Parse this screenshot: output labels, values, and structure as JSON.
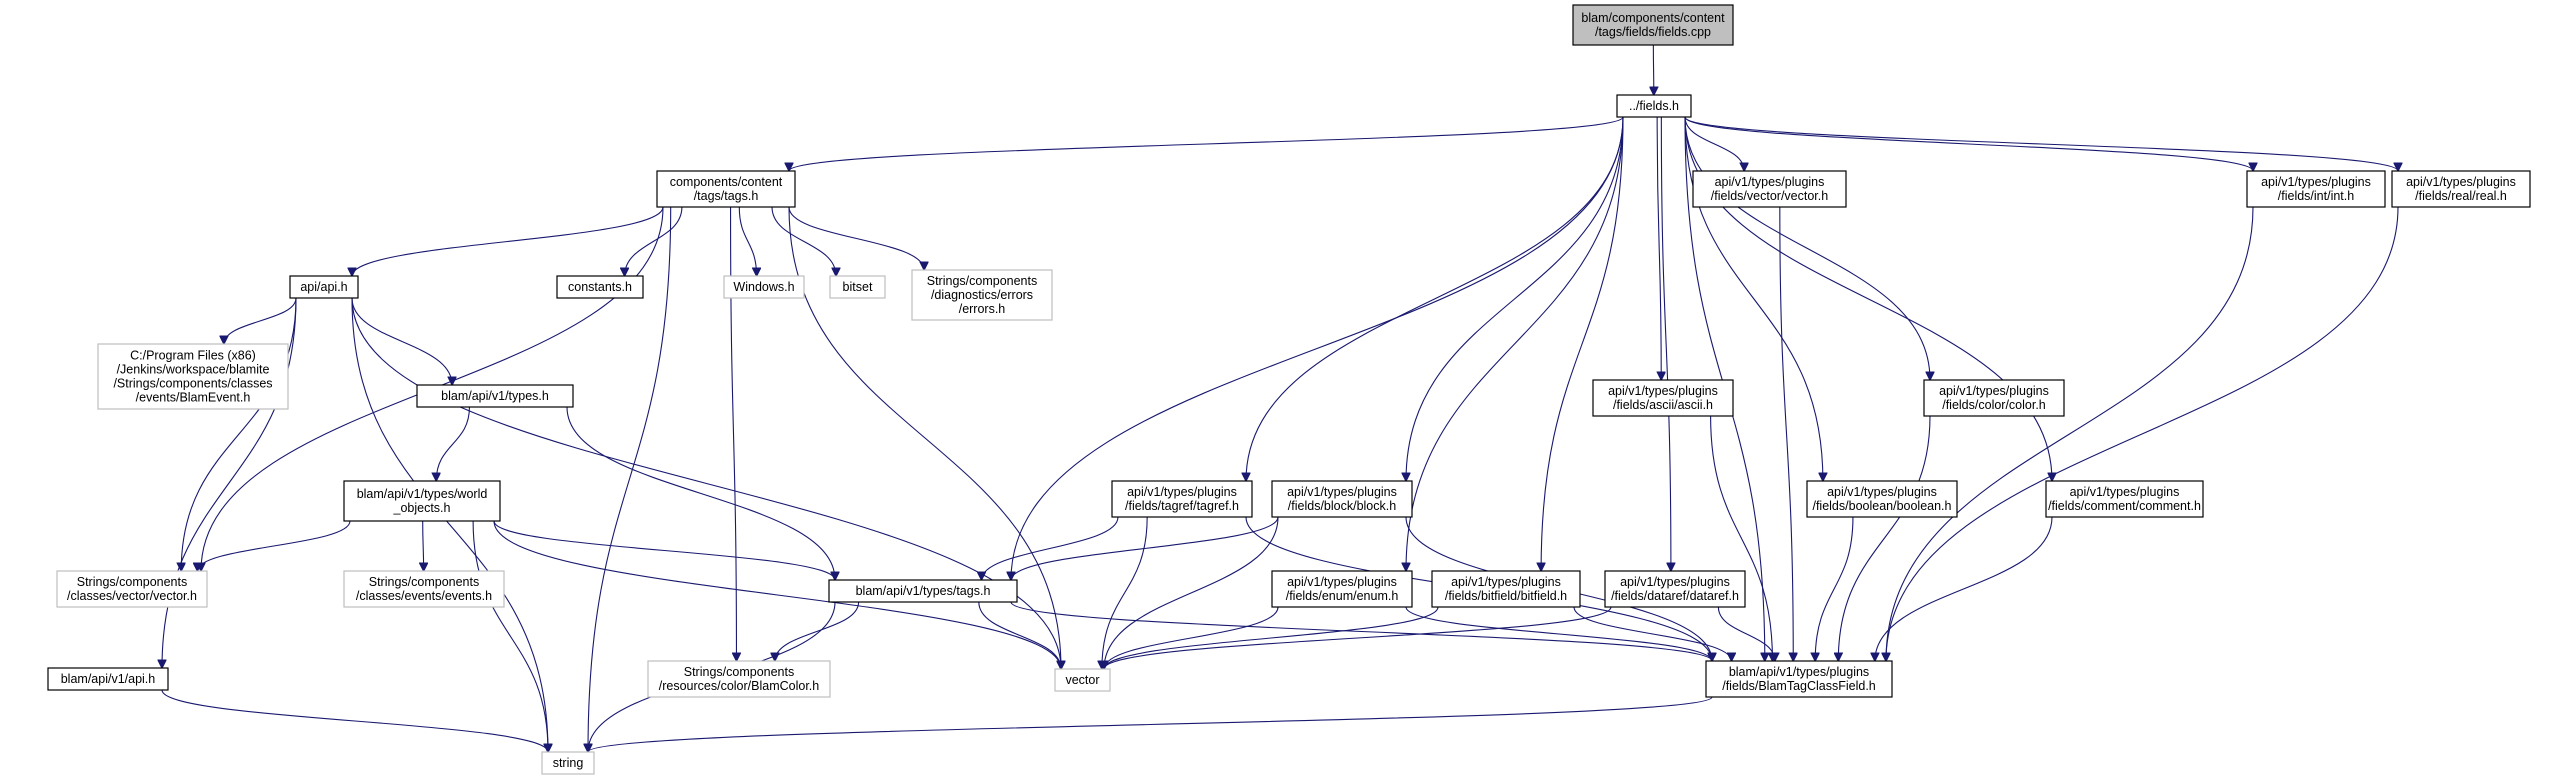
{
  "graph": {
    "nodes": [
      {
        "id": "fields_cpp",
        "lines": [
          "blam/components/content",
          "/tags/fields/fields.cpp"
        ],
        "kind": "root"
      },
      {
        "id": "fields_h",
        "lines": [
          "../fields.h"
        ],
        "kind": "local"
      },
      {
        "id": "tags_h",
        "lines": [
          "components/content",
          "/tags/tags.h"
        ],
        "kind": "local"
      },
      {
        "id": "vector_h",
        "lines": [
          "api/v1/types/plugins",
          "/fields/vector/vector.h"
        ],
        "kind": "local"
      },
      {
        "id": "int_h",
        "lines": [
          "api/v1/types/plugins",
          "/fields/int/int.h"
        ],
        "kind": "local"
      },
      {
        "id": "real_h",
        "lines": [
          "api/v1/types/plugins",
          "/fields/real/real.h"
        ],
        "kind": "local"
      },
      {
        "id": "api_h",
        "lines": [
          "api/api.h"
        ],
        "kind": "local"
      },
      {
        "id": "constants_h",
        "lines": [
          "constants.h"
        ],
        "kind": "local"
      },
      {
        "id": "windows_h",
        "lines": [
          "Windows.h"
        ],
        "kind": "external"
      },
      {
        "id": "bitset",
        "lines": [
          "bitset"
        ],
        "kind": "external"
      },
      {
        "id": "errors_h",
        "lines": [
          "Strings/components",
          "/diagnostics/errors",
          "/errors.h"
        ],
        "kind": "external"
      },
      {
        "id": "blamevent_h",
        "lines": [
          "C:/Program Files (x86)",
          "/Jenkins/workspace/blamite",
          "/Strings/components/classes",
          "/events/BlamEvent.h"
        ],
        "kind": "external"
      },
      {
        "id": "types_h",
        "lines": [
          "blam/api/v1/types.h"
        ],
        "kind": "local"
      },
      {
        "id": "ascii_h",
        "lines": [
          "api/v1/types/plugins",
          "/fields/ascii/ascii.h"
        ],
        "kind": "local"
      },
      {
        "id": "color_h",
        "lines": [
          "api/v1/types/plugins",
          "/fields/color/color.h"
        ],
        "kind": "local"
      },
      {
        "id": "world_objects_h",
        "lines": [
          "blam/api/v1/types/world",
          "_objects.h"
        ],
        "kind": "local"
      },
      {
        "id": "tagref_h",
        "lines": [
          "api/v1/types/plugins",
          "/fields/tagref/tagref.h"
        ],
        "kind": "local"
      },
      {
        "id": "block_h",
        "lines": [
          "api/v1/types/plugins",
          "/fields/block/block.h"
        ],
        "kind": "local"
      },
      {
        "id": "boolean_h",
        "lines": [
          "api/v1/types/plugins",
          "/fields/boolean/boolean.h"
        ],
        "kind": "local"
      },
      {
        "id": "comment_h",
        "lines": [
          "api/v1/types/plugins",
          "/fields/comment/comment.h"
        ],
        "kind": "local"
      },
      {
        "id": "classes_vector_h",
        "lines": [
          "Strings/components",
          "/classes/vector/vector.h"
        ],
        "kind": "external"
      },
      {
        "id": "events_h",
        "lines": [
          "Strings/components",
          "/classes/events/events.h"
        ],
        "kind": "external"
      },
      {
        "id": "api_tags_h",
        "lines": [
          "blam/api/v1/types/tags.h"
        ],
        "kind": "local"
      },
      {
        "id": "enum_h",
        "lines": [
          "api/v1/types/plugins",
          "/fields/enum/enum.h"
        ],
        "kind": "local"
      },
      {
        "id": "bitfield_h",
        "lines": [
          "api/v1/types/plugins",
          "/fields/bitfield/bitfield.h"
        ],
        "kind": "local"
      },
      {
        "id": "dataref_h",
        "lines": [
          "api/v1/types/plugins",
          "/fields/dataref/dataref.h"
        ],
        "kind": "local"
      },
      {
        "id": "blam_api_h",
        "lines": [
          "blam/api/v1/api.h"
        ],
        "kind": "local"
      },
      {
        "id": "blamcolor_h",
        "lines": [
          "Strings/components",
          "/resources/color/BlamColor.h"
        ],
        "kind": "external"
      },
      {
        "id": "vector",
        "lines": [
          "vector"
        ],
        "kind": "external"
      },
      {
        "id": "blamtagclassfield_h",
        "lines": [
          "blam/api/v1/types/plugins",
          "/fields/BlamTagClassField.h"
        ],
        "kind": "local"
      },
      {
        "id": "string",
        "lines": [
          "string"
        ],
        "kind": "external"
      }
    ],
    "edges": [
      [
        "fields_cpp",
        "fields_h"
      ],
      [
        "fields_h",
        "tags_h"
      ],
      [
        "fields_h",
        "vector_h"
      ],
      [
        "fields_h",
        "int_h"
      ],
      [
        "fields_h",
        "real_h"
      ],
      [
        "fields_h",
        "ascii_h"
      ],
      [
        "fields_h",
        "color_h"
      ],
      [
        "fields_h",
        "tagref_h"
      ],
      [
        "fields_h",
        "block_h"
      ],
      [
        "fields_h",
        "boolean_h"
      ],
      [
        "fields_h",
        "comment_h"
      ],
      [
        "fields_h",
        "api_tags_h"
      ],
      [
        "fields_h",
        "enum_h"
      ],
      [
        "fields_h",
        "bitfield_h"
      ],
      [
        "fields_h",
        "dataref_h"
      ],
      [
        "fields_h",
        "blamtagclassfield_h"
      ],
      [
        "tags_h",
        "api_h"
      ],
      [
        "tags_h",
        "constants_h"
      ],
      [
        "tags_h",
        "windows_h"
      ],
      [
        "tags_h",
        "bitset"
      ],
      [
        "tags_h",
        "errors_h"
      ],
      [
        "tags_h",
        "classes_vector_h"
      ],
      [
        "tags_h",
        "blamcolor_h"
      ],
      [
        "tags_h",
        "vector"
      ],
      [
        "tags_h",
        "string"
      ],
      [
        "api_h",
        "blamevent_h"
      ],
      [
        "api_h",
        "types_h"
      ],
      [
        "api_h",
        "classes_vector_h"
      ],
      [
        "api_h",
        "blam_api_h"
      ],
      [
        "api_h",
        "vector"
      ],
      [
        "api_h",
        "string"
      ],
      [
        "types_h",
        "world_objects_h"
      ],
      [
        "types_h",
        "api_tags_h"
      ],
      [
        "world_objects_h",
        "classes_vector_h"
      ],
      [
        "world_objects_h",
        "events_h"
      ],
      [
        "world_objects_h",
        "api_tags_h"
      ],
      [
        "world_objects_h",
        "vector"
      ],
      [
        "world_objects_h",
        "string"
      ],
      [
        "api_tags_h",
        "blamcolor_h"
      ],
      [
        "api_tags_h",
        "vector"
      ],
      [
        "api_tags_h",
        "blamtagclassfield_h"
      ],
      [
        "api_tags_h",
        "string"
      ],
      [
        "blam_api_h",
        "string"
      ],
      [
        "vector_h",
        "blamtagclassfield_h"
      ],
      [
        "int_h",
        "blamtagclassfield_h"
      ],
      [
        "real_h",
        "blamtagclassfield_h"
      ],
      [
        "ascii_h",
        "blamtagclassfield_h"
      ],
      [
        "color_h",
        "blamtagclassfield_h"
      ],
      [
        "boolean_h",
        "blamtagclassfield_h"
      ],
      [
        "comment_h",
        "blamtagclassfield_h"
      ],
      [
        "dataref_h",
        "blamtagclassfield_h"
      ],
      [
        "dataref_h",
        "vector"
      ],
      [
        "bitfield_h",
        "blamtagclassfield_h"
      ],
      [
        "bitfield_h",
        "vector"
      ],
      [
        "enum_h",
        "blamtagclassfield_h"
      ],
      [
        "enum_h",
        "vector"
      ],
      [
        "tagref_h",
        "api_tags_h"
      ],
      [
        "tagref_h",
        "vector"
      ],
      [
        "tagref_h",
        "blamtagclassfield_h"
      ],
      [
        "block_h",
        "api_tags_h"
      ],
      [
        "block_h",
        "vector"
      ],
      [
        "block_h",
        "blamtagclassfield_h"
      ],
      [
        "blamtagclassfield_h",
        "string"
      ]
    ]
  }
}
